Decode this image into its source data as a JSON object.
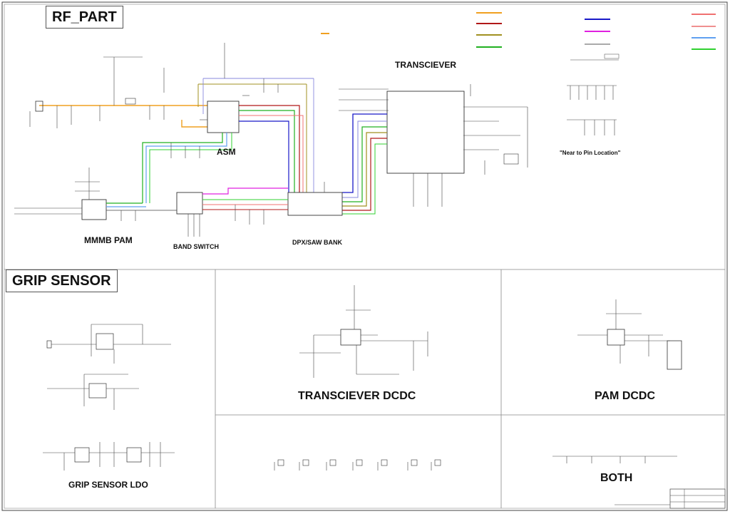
{
  "sections": {
    "rf_part": "RF_PART",
    "grip_sensor": "GRIP SENSOR"
  },
  "blocks": {
    "transciever": "TRANSCIEVER",
    "asm": "ASM",
    "mmmb_pam": "MMMB PAM",
    "band_switch": "BAND SWITCH",
    "dpx_saw_bank": "DPX/SAW BANK",
    "near_to_pin": "\"Near to Pin Location\"",
    "transciever_dcdc": "TRANSCIEVER DCDC",
    "pam_dcdc": "PAM DCDC",
    "grip_sensor_ldo": "GRIP SENSOR LDO",
    "both": "BOTH"
  },
  "colors": {
    "orange": "#f0a020",
    "dark_red": "#b01818",
    "olive": "#a09020",
    "green": "#20b020",
    "blue": "#1818c8",
    "magenta": "#e020e0",
    "light_red": "#f07070",
    "light_blue": "#60a0f0",
    "bright_green": "#30d030",
    "line": "#333333",
    "wire": "#666666"
  }
}
